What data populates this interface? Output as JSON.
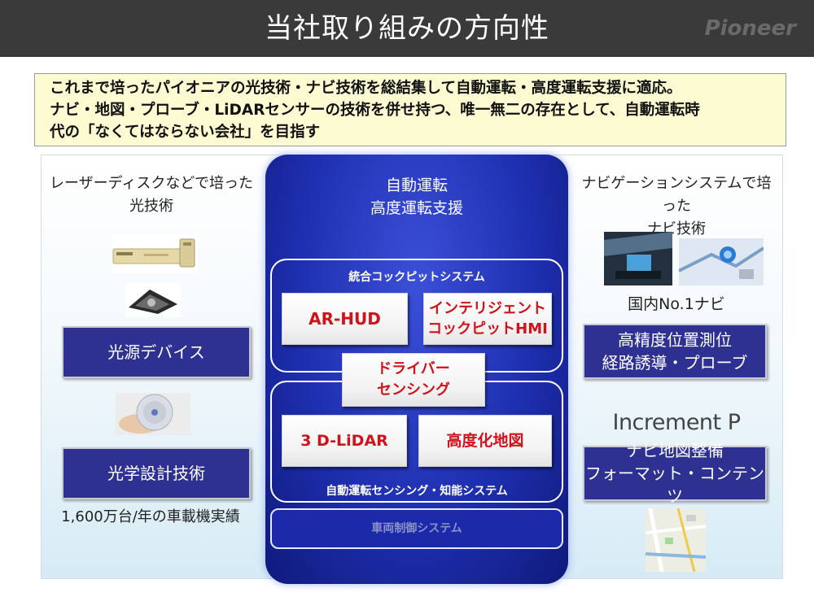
{
  "header": {
    "title": "当社取り組みの方向性",
    "brand": "Pioneer"
  },
  "intro": {
    "lines": [
      "これまで培ったパイオニアの光技術・ナビ技術を総結集して自動運転・高度運転支援に適応。",
      "ナビ・地図・プローブ・LiDARセンサーの技術を併せ持つ、唯一無二の存在として、自動運転時",
      "代の「なくてはならない会社」を目指す"
    ]
  },
  "left": {
    "caption_line1": "レーザーディスクなどで培った",
    "caption_line2": "光技術",
    "box1": "光源デバイス",
    "box2": "光学設計技術",
    "footnote": "1,600万台/年の車載機実績"
  },
  "center": {
    "title_line1": "自動運転",
    "title_line2": "高度運転支援",
    "cockpit": {
      "label": "統合コックピットシステム",
      "ar_hud": "AR-HUD",
      "hmi_line1": "インテリジェント",
      "hmi_line2": "コックピットHMI"
    },
    "driver_sensing_line1": "ドライバー",
    "driver_sensing_line2": "センシング",
    "sensing": {
      "lidar": "3 D-LiDAR",
      "hdmap": "高度化地図",
      "label": "自動運転センシング・知能システム"
    },
    "vehicle_control": "車両制御システム"
  },
  "right": {
    "caption_line1": "ナビゲーションシステムで培った",
    "caption_line2": "ナビ技術",
    "rank": "国内No.1ナビ",
    "box1_line1": "高精度位置測位",
    "box1_line2": "経路誘導・プローブ",
    "company": "Increment P",
    "box2_line1": "ナビ地図整備",
    "box2_line2": "フォーマット・コンテンツ"
  },
  "colors": {
    "header_bg": "#3a3a3a",
    "navy": "#2e3192",
    "center_blue": "#1e2fb0",
    "accent_red": "#d0121b",
    "intro_bg": "#fdfbd2"
  }
}
